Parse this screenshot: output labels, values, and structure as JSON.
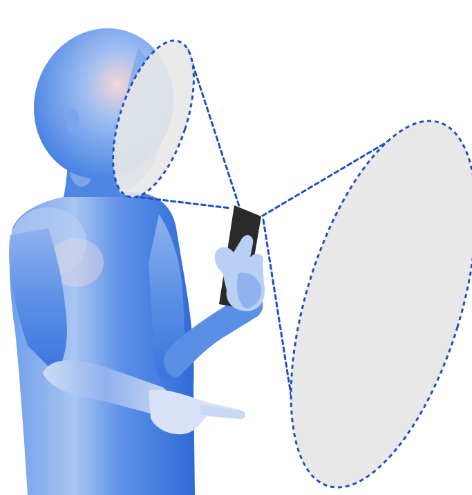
{
  "scene": {
    "figure_name": "mannequin-figure",
    "phone_name": "smartphone",
    "near_zone_name": "near-view-zone",
    "far_zone_name": "far-view-zone"
  },
  "colors": {
    "figure": "#4f8ae6",
    "figure_dark": "#2f6ad6",
    "figure_light": "#b9cff4",
    "skin_highlight": "#f2d8d5",
    "phone": "#2a2a2a",
    "zone_fill": "#e8e8e8",
    "dash_line": "#1f4fc4",
    "background": "#ffffff"
  },
  "icons": {
    "figure": "mannequin-icon",
    "phone": "phone-icon"
  }
}
